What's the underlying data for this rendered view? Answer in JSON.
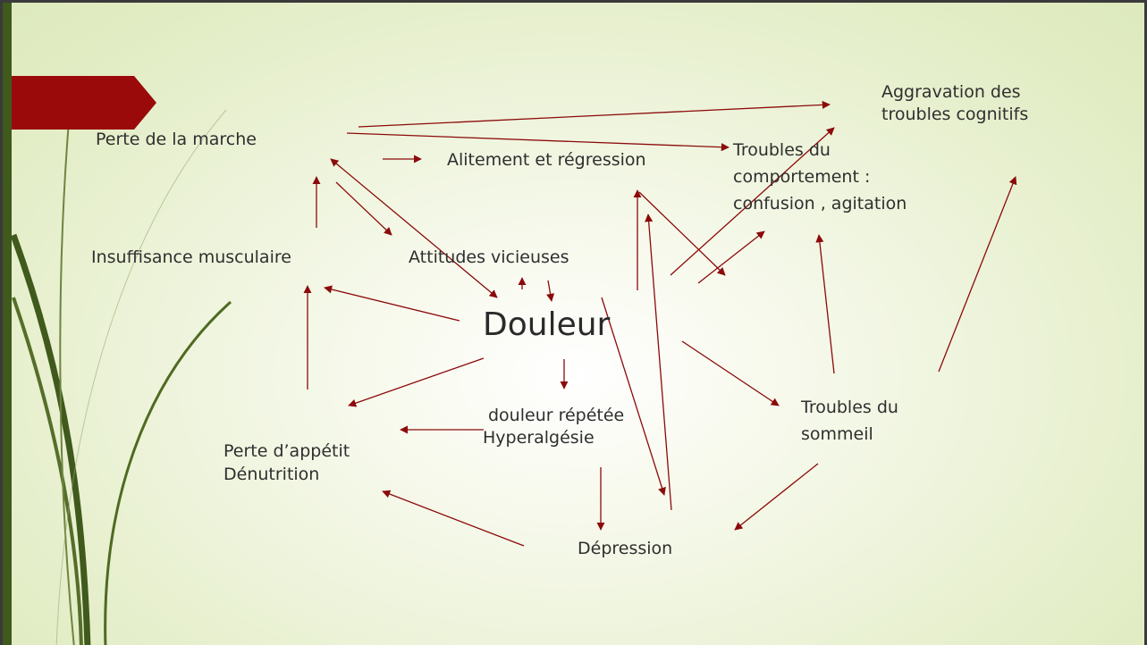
{
  "slide": {
    "center": "Douleur",
    "nodes": {
      "aggravation": [
        "Aggravation des",
        "troubles cognitifs"
      ],
      "perte_marche": "Perte de la marche",
      "alitement": "Alitement et régression",
      "troubles_comportement": [
        "Troubles du",
        "comportement :",
        "confusion , agitation"
      ],
      "insuffisance": "Insuffisance musculaire",
      "attitudes": "Attitudes vicieuses",
      "troubles_sommeil": [
        "Troubles du",
        "sommeil"
      ],
      "douleur_repetee": [
        "douleur répétée",
        "Hyperalgésie"
      ],
      "perte_appetit": [
        "Perte d’appétit",
        "Dénutrition"
      ],
      "depression": "Dépression"
    }
  },
  "colors": {
    "arrow": "#8b0a0a",
    "title_band": "#9b0a0a",
    "accent": "#3f5a1c"
  }
}
